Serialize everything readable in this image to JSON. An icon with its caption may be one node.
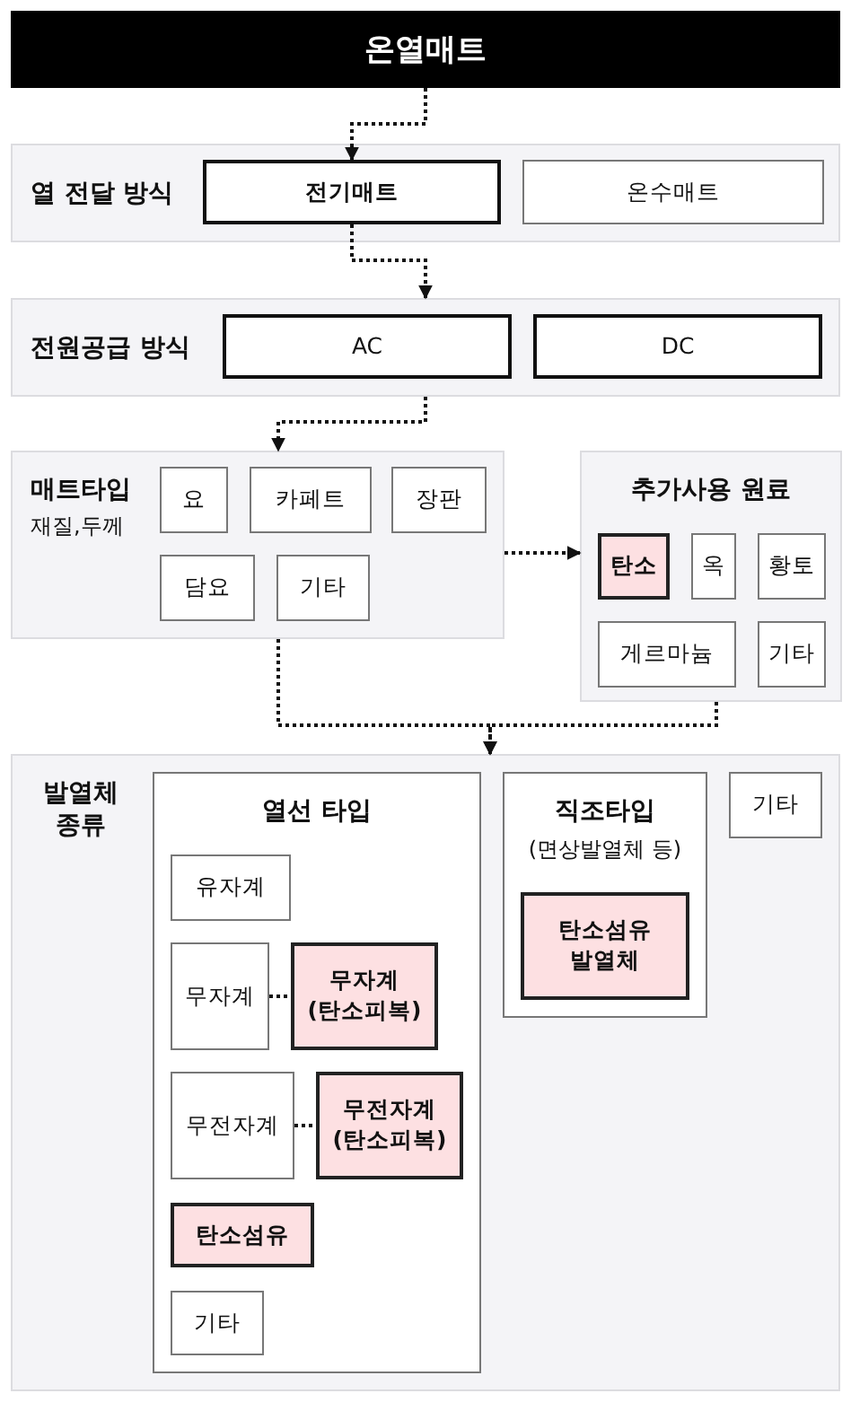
{
  "diagram": {
    "nodes": [
      {
        "text": [
          "온열매트"
        ]
      },
      {
        "text": [
          "열 전달 방식"
        ]
      },
      {
        "text": [
          "전기매트"
        ],
        "in": 1
      },
      {
        "text": [
          "온수매트"
        ],
        "in": 1
      },
      {
        "text": [
          "전원공급 방식"
        ]
      },
      {
        "text": [
          "AC"
        ],
        "in": 4
      },
      {
        "text": [
          "DC"
        ],
        "in": 4
      },
      {
        "text": [
          "매트타입",
          "재질,두께"
        ]
      },
      {
        "text": [
          "요"
        ],
        "in": 7
      },
      {
        "text": [
          "카페트"
        ],
        "in": 7
      },
      {
        "text": [
          "장판"
        ],
        "in": 7
      },
      {
        "text": [
          "담요"
        ],
        "in": 7
      },
      {
        "text": [
          "기타"
        ],
        "in": 7
      },
      {
        "text": [
          "추가사용 원료"
        ]
      },
      {
        "text": [
          "탄소"
        ],
        "in": 13
      },
      {
        "text": [
          "옥"
        ],
        "in": 13
      },
      {
        "text": [
          "황토"
        ],
        "in": 13
      },
      {
        "text": [
          "게르마늄"
        ],
        "in": 13
      },
      {
        "text": [
          "기타"
        ],
        "in": 13
      },
      {
        "text": [
          "발열체 종류"
        ]
      },
      {
        "text": [
          "열선 타입"
        ],
        "in": 19
      },
      {
        "text": [
          "유자계"
        ],
        "in": 20
      },
      {
        "text": [
          "무자계"
        ],
        "in": 20
      },
      {
        "text": [
          "무자계 (탄소피복)"
        ],
        "in": 20
      },
      {
        "text": [
          "무전자계"
        ],
        "in": 20
      },
      {
        "text": [
          "무전자계 (탄소피복)"
        ],
        "in": 20
      },
      {
        "text": [
          "탄소섬유"
        ],
        "in": 20
      },
      {
        "text": [
          "기타"
        ],
        "in": 20
      },
      {
        "text": [
          "직조타입",
          "(면상발열체 등)"
        ],
        "in": 19
      },
      {
        "text": [
          "탄소섬유 발열체"
        ],
        "in": 28
      },
      {
        "text": [
          "기타"
        ],
        "in": 19
      }
    ],
    "edges": [
      {
        "from": 0,
        "to": 2,
        "arrow": "to",
        "style": "dashed"
      },
      {
        "from": 2,
        "to": 4,
        "arrow": "to",
        "style": "dashed"
      },
      {
        "from": 4,
        "to": 7,
        "arrow": "to",
        "style": "dashed"
      },
      {
        "from": 7,
        "to": 13,
        "arrow": "to",
        "style": "dashed"
      },
      {
        "from": 7,
        "to": 19,
        "arrow": "to",
        "style": "dashed"
      },
      {
        "from": 13,
        "to": 19,
        "arrow": "to",
        "style": "dashed"
      },
      {
        "from": 22,
        "to": 23,
        "arrow": "none",
        "style": "dashed"
      },
      {
        "from": 24,
        "to": 25,
        "arrow": "none",
        "style": "dashed"
      }
    ]
  }
}
